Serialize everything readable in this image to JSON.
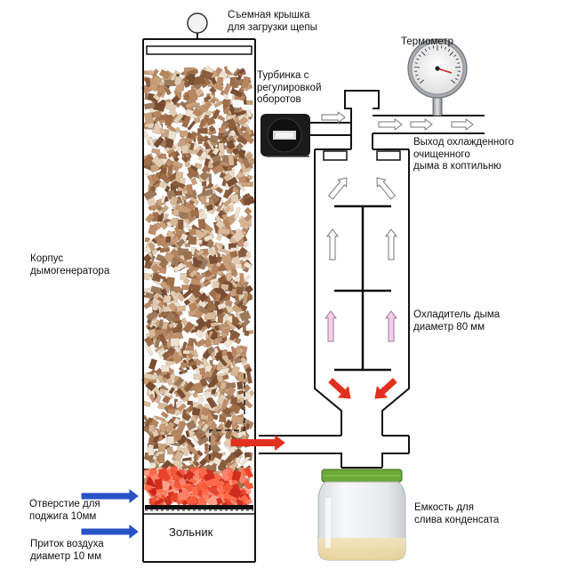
{
  "labels": {
    "lid": [
      "Съемная крышка",
      "для загрузки щепы"
    ],
    "turbine": [
      "Турбинка с",
      "регулировкой",
      "оборотов"
    ],
    "thermometer": [
      "Термометр"
    ],
    "exit": [
      "Выход охлажденного",
      "очищенного",
      "дыма в коптильню"
    ],
    "body": [
      "Корпус",
      "дымогенератора"
    ],
    "cooler": [
      "Охладитель дыма",
      "диаметр 80 мм"
    ],
    "condensate": [
      "Емкость для",
      "слива конденсата"
    ],
    "ignition": [
      "Отверстие для",
      "поджига 10мм"
    ],
    "air": [
      "Приток воздуха",
      "диаметр 10 мм"
    ],
    "ashpit": "Зольник"
  },
  "colors": {
    "pipe_stroke": "#111111",
    "red_arrow": "#e23020",
    "blue_arrow": "#2a52c8",
    "pink_arrow": "#f4cfe8",
    "jar_lid": "#6aa838",
    "embers": "#e8432c"
  },
  "icons": {
    "lid_knob": "knob-icon",
    "turbine": "fan-icon",
    "thermometer": "dial-thermometer-icon"
  }
}
